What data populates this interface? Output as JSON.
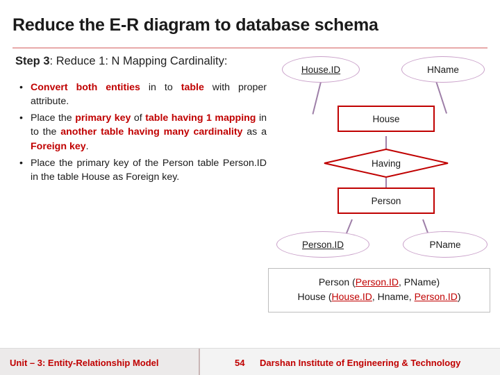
{
  "slide": {
    "title": "Reduce the E-R diagram to database schema",
    "step_prefix": "Step 3",
    "step_rest": ": Reduce 1: N Mapping Cardinality:"
  },
  "bullets": [
    {
      "marker": "•",
      "segments": [
        {
          "text": "Convert both entities",
          "style": "red"
        },
        {
          "text": " in to ",
          "style": "plain"
        },
        {
          "text": "table",
          "style": "red"
        },
        {
          "text": " with proper attribute.",
          "style": "plain"
        }
      ]
    },
    {
      "marker": "•",
      "segments": [
        {
          "text": "Place the ",
          "style": "plain"
        },
        {
          "text": "primary key",
          "style": "red"
        },
        {
          "text": " of ",
          "style": "plain"
        },
        {
          "text": "table having 1 mapping",
          "style": "red"
        },
        {
          "text": " in to the ",
          "style": "plain"
        },
        {
          "text": "another table having many cardinality",
          "style": "red"
        },
        {
          "text": " as a ",
          "style": "plain"
        },
        {
          "text": "Foreign key",
          "style": "red"
        },
        {
          "text": ".",
          "style": "plain"
        }
      ]
    },
    {
      "marker": "•",
      "segments": [
        {
          "text": "Place the primary key of the Person table Person.ID in the table House as Foreign key.",
          "style": "plain"
        }
      ]
    }
  ],
  "diagram": {
    "nodes": [
      {
        "id": "house-id-attribute",
        "label": "House.ID",
        "shape": "ellipse",
        "underline": true
      },
      {
        "id": "hname-attribute",
        "label": "HName",
        "shape": "ellipse",
        "underline": false
      },
      {
        "id": "house-entity",
        "label": "House",
        "shape": "rectangle"
      },
      {
        "id": "having-relationship",
        "label": "Having",
        "shape": "diamond"
      },
      {
        "id": "person-entity",
        "label": "Person",
        "shape": "rectangle"
      },
      {
        "id": "person-id-attribute",
        "label": "Person.ID",
        "shape": "ellipse",
        "underline": true
      },
      {
        "id": "pname-attribute",
        "label": "PName",
        "shape": "ellipse",
        "underline": false
      }
    ],
    "colors": {
      "entity_border": "#c00000",
      "attribute_border": "#c9a0c9",
      "connector": "#9e7fa8"
    }
  },
  "result_box": {
    "line1": {
      "prefix": "Person (",
      "key": "Person.ID",
      "suffix": ", PName)"
    },
    "line2": {
      "prefix": "House (",
      "key": "House.ID",
      "middle": ", Hname, ",
      "foreign_key": "Person.ID",
      "suffix": ")"
    }
  },
  "footer": {
    "unit": "Unit – 3: Entity-Relationship Model",
    "page": "54",
    "institute": "Darshan Institute of Engineering & Technology"
  }
}
